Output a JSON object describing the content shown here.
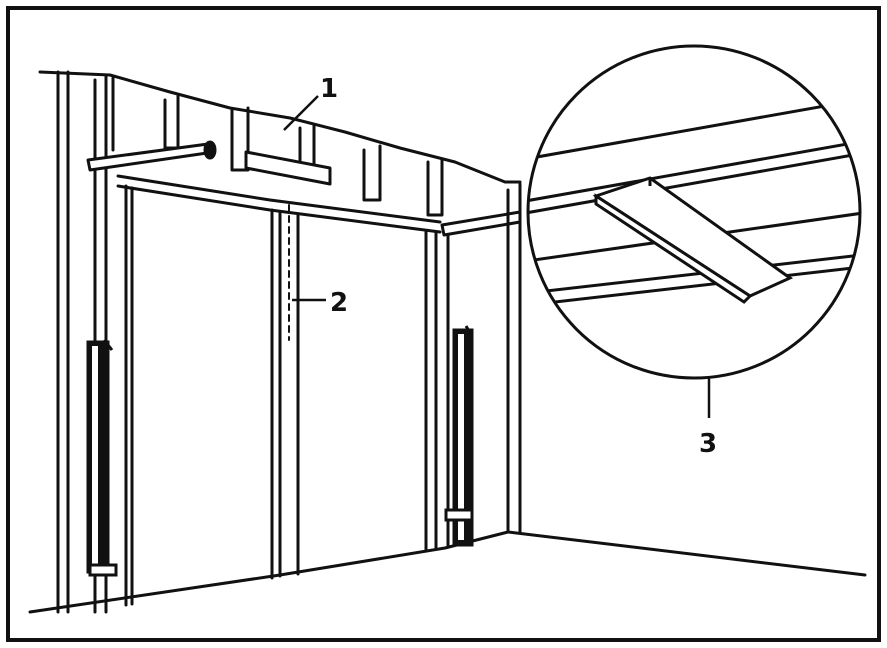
{
  "diagram": {
    "callouts": [
      {
        "id": "1",
        "label": "1"
      },
      {
        "id": "2",
        "label": "2"
      },
      {
        "id": "3",
        "label": "3"
      }
    ],
    "colors": {
      "ink": "#111111",
      "paper": "#ffffff"
    }
  }
}
